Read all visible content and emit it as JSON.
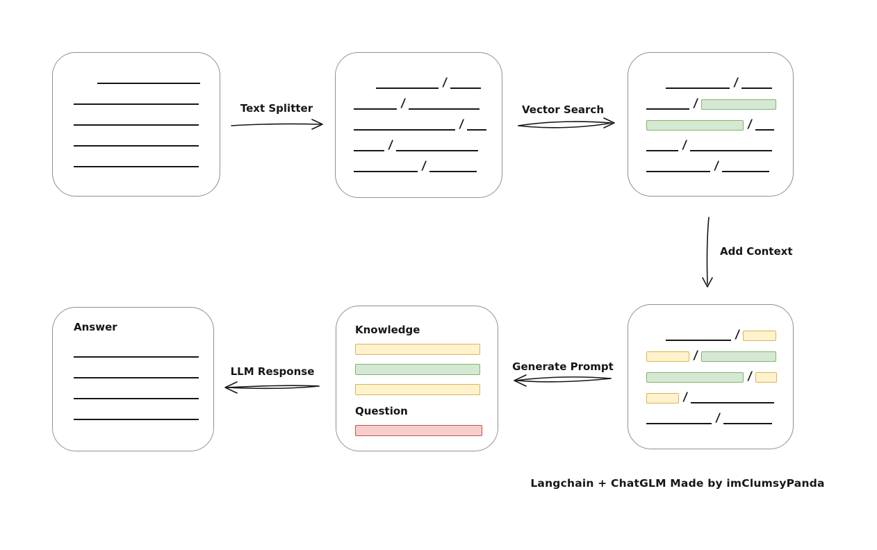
{
  "caption": "Langchain + ChatGLM Made by imClumsyPanda",
  "colors": {
    "ink": "#161616",
    "box_border": "#8f8f8f",
    "green_fill": "#d5e8d4",
    "green_border": "#82b366",
    "yellow_fill": "#fff2cc",
    "yellow_border": "#d6b656",
    "red_fill": "#f8cecc",
    "red_border": "#b85450"
  },
  "arrows": {
    "text_splitter": {
      "label": "Text Splitter",
      "direction": "right"
    },
    "vector_search": {
      "label": "Vector Search",
      "direction": "right"
    },
    "add_context": {
      "label": "Add Context",
      "direction": "down"
    },
    "generate_prompt": {
      "label": "Generate Prompt",
      "direction": "left"
    },
    "llm_response": {
      "label": "LLM Response",
      "direction": "left"
    }
  },
  "boxes": {
    "document": {
      "rows": [
        {
          "segments": [
            {
              "type": "gap",
              "w": 34
            },
            {
              "type": "line",
              "w": 148
            }
          ]
        },
        {
          "segments": [
            {
              "type": "line",
              "w": 180
            }
          ]
        },
        {
          "segments": [
            {
              "type": "line",
              "w": 180
            }
          ]
        },
        {
          "segments": [
            {
              "type": "line",
              "w": 180
            }
          ]
        },
        {
          "segments": [
            {
              "type": "line",
              "w": 180
            }
          ]
        }
      ]
    },
    "split_text": {
      "rows": [
        {
          "segments": [
            {
              "type": "gap",
              "w": 32
            },
            {
              "type": "line",
              "w": 90
            },
            {
              "type": "slash"
            },
            {
              "type": "line",
              "w": 44
            }
          ]
        },
        {
          "segments": [
            {
              "type": "line",
              "w": 62
            },
            {
              "type": "slash"
            },
            {
              "type": "line",
              "w": 102
            }
          ]
        },
        {
          "segments": [
            {
              "type": "line",
              "w": 146
            },
            {
              "type": "slash"
            },
            {
              "type": "line",
              "w": 28
            }
          ]
        },
        {
          "segments": [
            {
              "type": "line",
              "w": 44
            },
            {
              "type": "slash"
            },
            {
              "type": "line",
              "w": 118
            }
          ]
        },
        {
          "segments": [
            {
              "type": "line",
              "w": 92
            },
            {
              "type": "slash"
            },
            {
              "type": "line",
              "w": 68
            }
          ]
        }
      ]
    },
    "vector_search_result": {
      "rows": [
        {
          "segments": [
            {
              "type": "gap",
              "w": 28
            },
            {
              "type": "line",
              "w": 92
            },
            {
              "type": "slash"
            },
            {
              "type": "line",
              "w": 44
            }
          ]
        },
        {
          "segments": [
            {
              "type": "line",
              "w": 62
            },
            {
              "type": "slash"
            },
            {
              "type": "chip",
              "color": "green",
              "w": 108
            }
          ]
        },
        {
          "segments": [
            {
              "type": "chip",
              "color": "green",
              "w": 140
            },
            {
              "type": "slash"
            },
            {
              "type": "line",
              "w": 27
            }
          ]
        },
        {
          "segments": [
            {
              "type": "line",
              "w": 46
            },
            {
              "type": "slash"
            },
            {
              "type": "line",
              "w": 118
            }
          ]
        },
        {
          "segments": [
            {
              "type": "line",
              "w": 92
            },
            {
              "type": "slash"
            },
            {
              "type": "line",
              "w": 68
            }
          ]
        }
      ]
    },
    "context_result": {
      "rows": [
        {
          "segments": [
            {
              "type": "gap",
              "w": 28
            },
            {
              "type": "line",
              "w": 94
            },
            {
              "type": "slash"
            },
            {
              "type": "chip",
              "color": "yellow",
              "w": 48
            }
          ]
        },
        {
          "segments": [
            {
              "type": "chip",
              "color": "yellow",
              "w": 62
            },
            {
              "type": "slash"
            },
            {
              "type": "chip",
              "color": "green",
              "w": 108
            }
          ]
        },
        {
          "segments": [
            {
              "type": "chip",
              "color": "green",
              "w": 140
            },
            {
              "type": "slash"
            },
            {
              "type": "chip",
              "color": "yellow",
              "w": 31
            }
          ]
        },
        {
          "segments": [
            {
              "type": "chip",
              "color": "yellow",
              "w": 47
            },
            {
              "type": "slash"
            },
            {
              "type": "line",
              "w": 120
            }
          ]
        },
        {
          "segments": [
            {
              "type": "line",
              "w": 94
            },
            {
              "type": "slash"
            },
            {
              "type": "line",
              "w": 70
            }
          ]
        }
      ]
    },
    "prompt": {
      "items": [
        {
          "kind": "label",
          "text": "Knowledge",
          "name": "knowledge-label"
        },
        {
          "kind": "bar",
          "color": "yellow",
          "name": "knowledge-bar-yellow-1"
        },
        {
          "kind": "bar",
          "color": "green",
          "name": "knowledge-bar-green"
        },
        {
          "kind": "bar",
          "color": "yellow",
          "name": "knowledge-bar-yellow-2"
        },
        {
          "kind": "label",
          "text": "Question",
          "name": "question-label"
        },
        {
          "kind": "bar",
          "color": "red",
          "name": "question-bar-red"
        }
      ]
    },
    "answer": {
      "label": "Answer",
      "rows": [
        {
          "segments": [
            {
              "type": "line",
              "w": 180
            }
          ]
        },
        {
          "segments": [
            {
              "type": "line",
              "w": 180
            }
          ]
        },
        {
          "segments": [
            {
              "type": "line",
              "w": 180
            }
          ]
        },
        {
          "segments": [
            {
              "type": "line",
              "w": 180
            }
          ]
        }
      ]
    }
  }
}
